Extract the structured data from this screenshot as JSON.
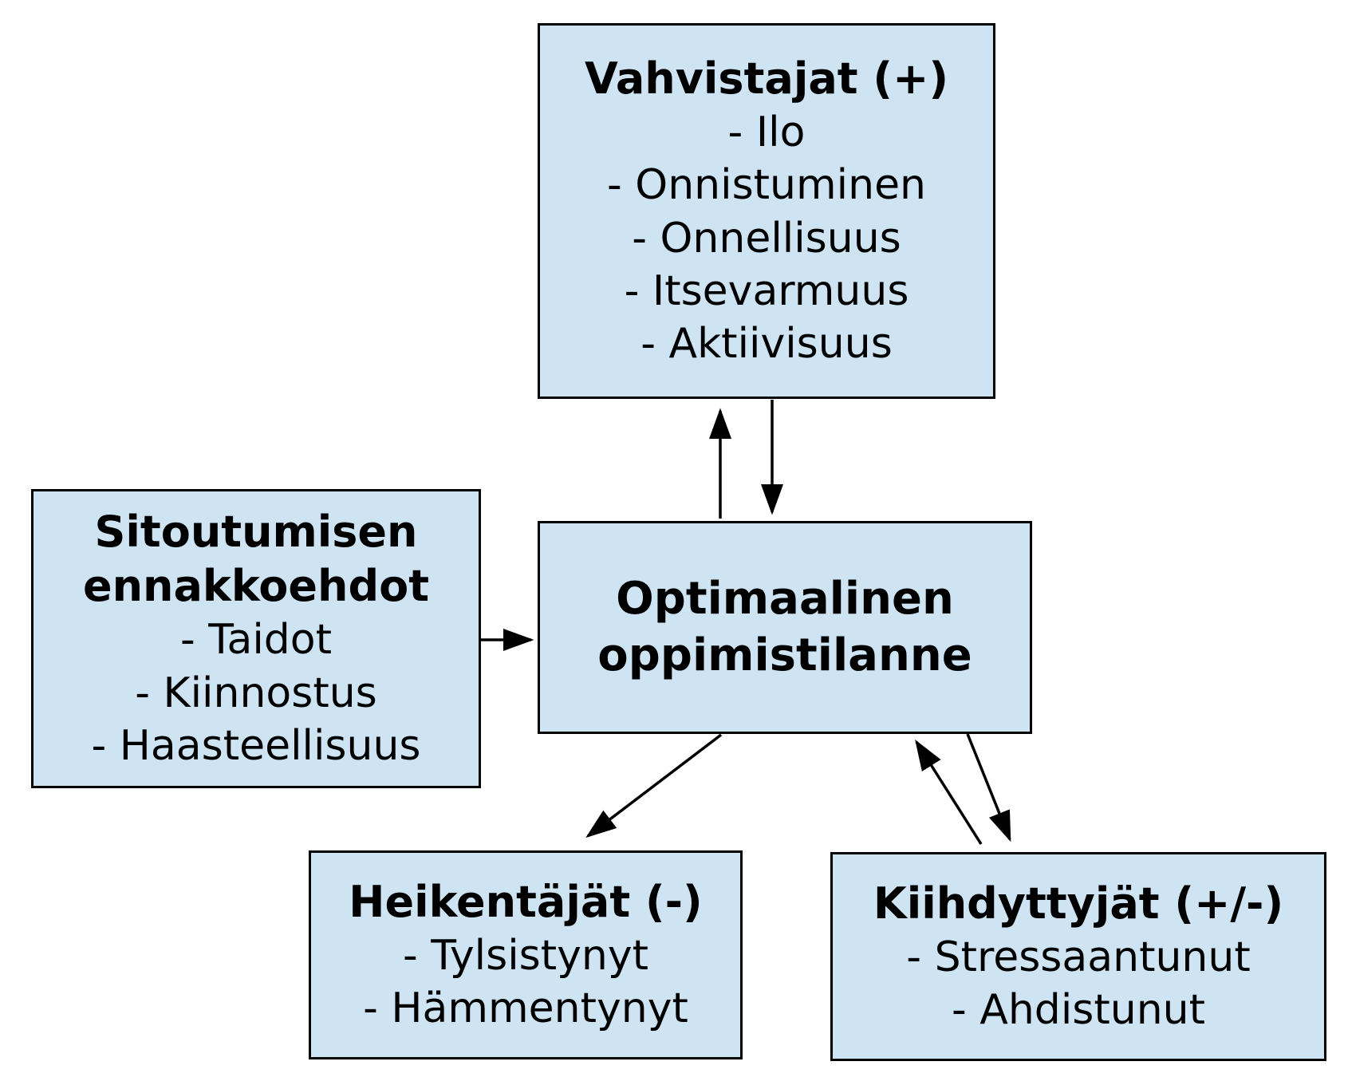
{
  "diagram": {
    "colors": {
      "background": "#ffffff",
      "box_fill": "#cfe4f3",
      "box_border": "#000000",
      "text": "#000000",
      "arrow": "#000000"
    },
    "boxes": {
      "reinforcers": {
        "title": "Vahvistajat (+)",
        "items": [
          "- Ilo",
          "- Onnistuminen",
          "- Onnellisuus",
          "- Itsevarmuus",
          "- Aktiivisuus"
        ]
      },
      "preconditions": {
        "title": "Sitoutumisen ennakkoehdot",
        "items": [
          "- Taidot",
          "- Kiinnostus",
          "- Haasteellisuus"
        ]
      },
      "optimal": {
        "title": "Optimaalinen oppimistilanne"
      },
      "weakeners": {
        "title": "Heikentäjät (-)",
        "items": [
          "- Tylsistynyt",
          "- Hämmentynyt"
        ]
      },
      "accelerators": {
        "title": "Kiihdyttyjät (+/-)",
        "items": [
          "- Stressaantunut",
          "- Ahdistunut"
        ]
      }
    },
    "arrows": [
      {
        "from": "optimal",
        "to": "reinforcers",
        "direction": "up"
      },
      {
        "from": "reinforcers",
        "to": "optimal",
        "direction": "down"
      },
      {
        "from": "preconditions",
        "to": "optimal",
        "direction": "right"
      },
      {
        "from": "optimal",
        "to": "weakeners",
        "direction": "down-left"
      },
      {
        "from": "accelerators",
        "to": "optimal",
        "direction": "up-left"
      },
      {
        "from": "optimal",
        "to": "accelerators",
        "direction": "down-right"
      }
    ]
  }
}
